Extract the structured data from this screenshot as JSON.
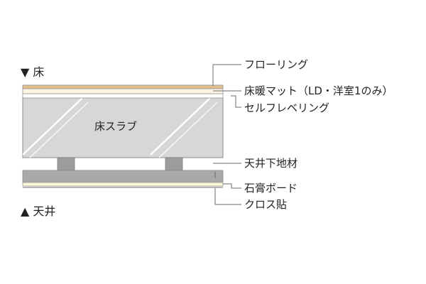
{
  "markers": {
    "floor": "▼ 床",
    "ceiling": "▲ 天井"
  },
  "layers": {
    "slab": "床スラブ"
  },
  "callouts": {
    "flooring": "フローリング",
    "floor_heating": "床暖マット（LD・洋室1のみ）",
    "self_leveling": "セルフレベリング",
    "ceiling_base": "天井下地材",
    "gypsum_board": "石膏ボード",
    "cloth": "クロス貼"
  },
  "colors": {
    "slab_fill": "#d7d7d7",
    "slab_hatch": "#ffffff",
    "support_fill": "#9c9c9c",
    "ceiling_fill": "#a9a9a9",
    "board_fill": "#fbfad8",
    "flooring_fill": "#e3c18f",
    "heating_fill": "#fbf6e4",
    "edge_line": "#8b8b8b",
    "leader_line": "#6a6a6a"
  }
}
